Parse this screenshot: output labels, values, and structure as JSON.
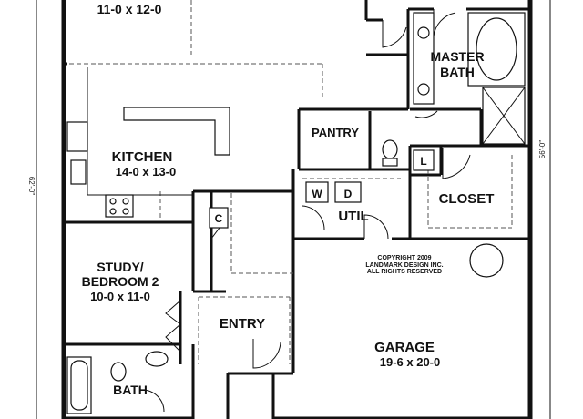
{
  "rooms": {
    "great_room_dims": "11-0 x 12-0",
    "master_bath": [
      "MASTER",
      "BATH"
    ],
    "pantry": "PANTRY",
    "kitchen": {
      "name": "KITCHEN",
      "dims": "14-0 x 13-0"
    },
    "laundry_l": "L",
    "washer": "W",
    "dryer": "D",
    "closet": "CLOSET",
    "coat_closet": "C",
    "util": "UTIL",
    "study": {
      "line1": "STUDY/",
      "line2": "BEDROOM 2",
      "dims": "10-0 x 11-0"
    },
    "entry": "ENTRY",
    "garage": {
      "name": "GARAGE",
      "dims": "19-6 x 20-0"
    },
    "bath": "BATH"
  },
  "copyright": [
    "COPYRIGHT 2009",
    "LANDMARK DESIGN INC.",
    "ALL RIGHTS RESERVED"
  ],
  "dimensions": {
    "left": "62'-0\"",
    "right": "56'-0\""
  }
}
